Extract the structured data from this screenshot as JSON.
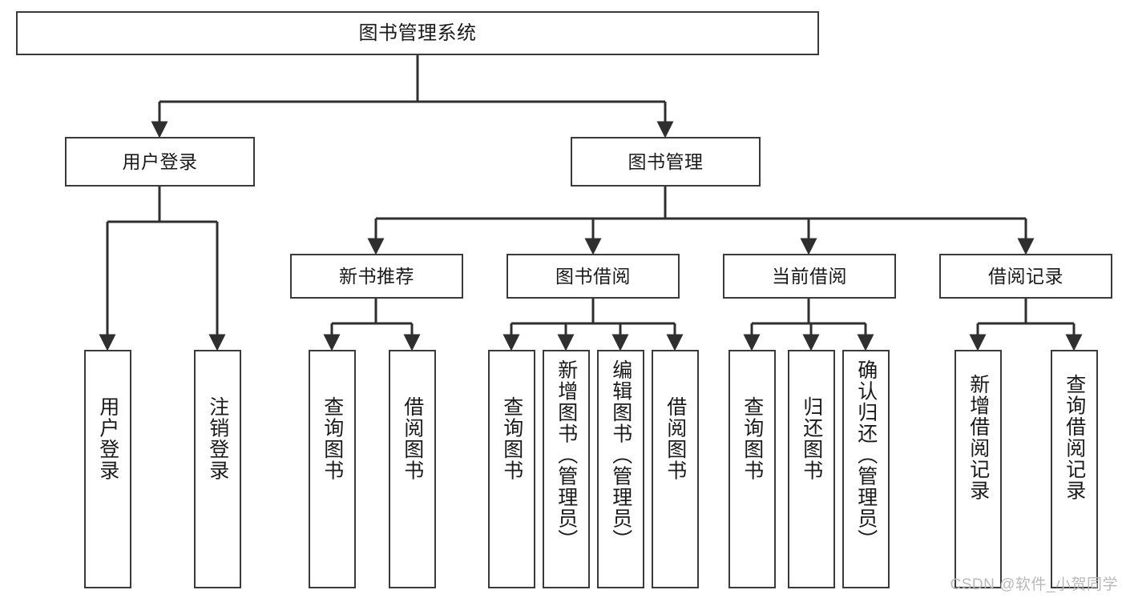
{
  "diagram": {
    "type": "tree-flowchart",
    "title": "图书管理系统",
    "watermark": "CSDN @软件_小贺同学",
    "colors": {
      "box_border": "#3a3a3a",
      "box_fill": "#ffffff",
      "connector": "#2f2f2f",
      "text": "#1a1a1a",
      "watermark": "#b9b9b9",
      "background": "#ffffff"
    }
  },
  "nodes": {
    "root": {
      "label": "图书管理系统"
    },
    "level1": [
      {
        "label": "用户登录"
      },
      {
        "label": "图书管理"
      }
    ],
    "level2": [
      {
        "label": "新书推荐"
      },
      {
        "label": "图书借阅"
      },
      {
        "label": "当前借阅"
      },
      {
        "label": "借阅记录"
      }
    ],
    "leaves_user_login": [
      {
        "label": "用户登录"
      },
      {
        "label": "注销登录"
      }
    ],
    "leaves_new_book": [
      {
        "label": "查询图书"
      },
      {
        "label": "借阅图书"
      }
    ],
    "leaves_borrow": [
      {
        "label": "查询图书"
      },
      {
        "label": "新增图书（管理员）"
      },
      {
        "label": "编辑图书（管理员）"
      },
      {
        "label": "借阅图书"
      }
    ],
    "leaves_current": [
      {
        "label": "查询图书"
      },
      {
        "label": "归还图书"
      },
      {
        "label": "确认归还（管理员）"
      }
    ],
    "leaves_record": [
      {
        "label": "新增借阅记录"
      },
      {
        "label": "查询借阅记录"
      }
    ]
  }
}
